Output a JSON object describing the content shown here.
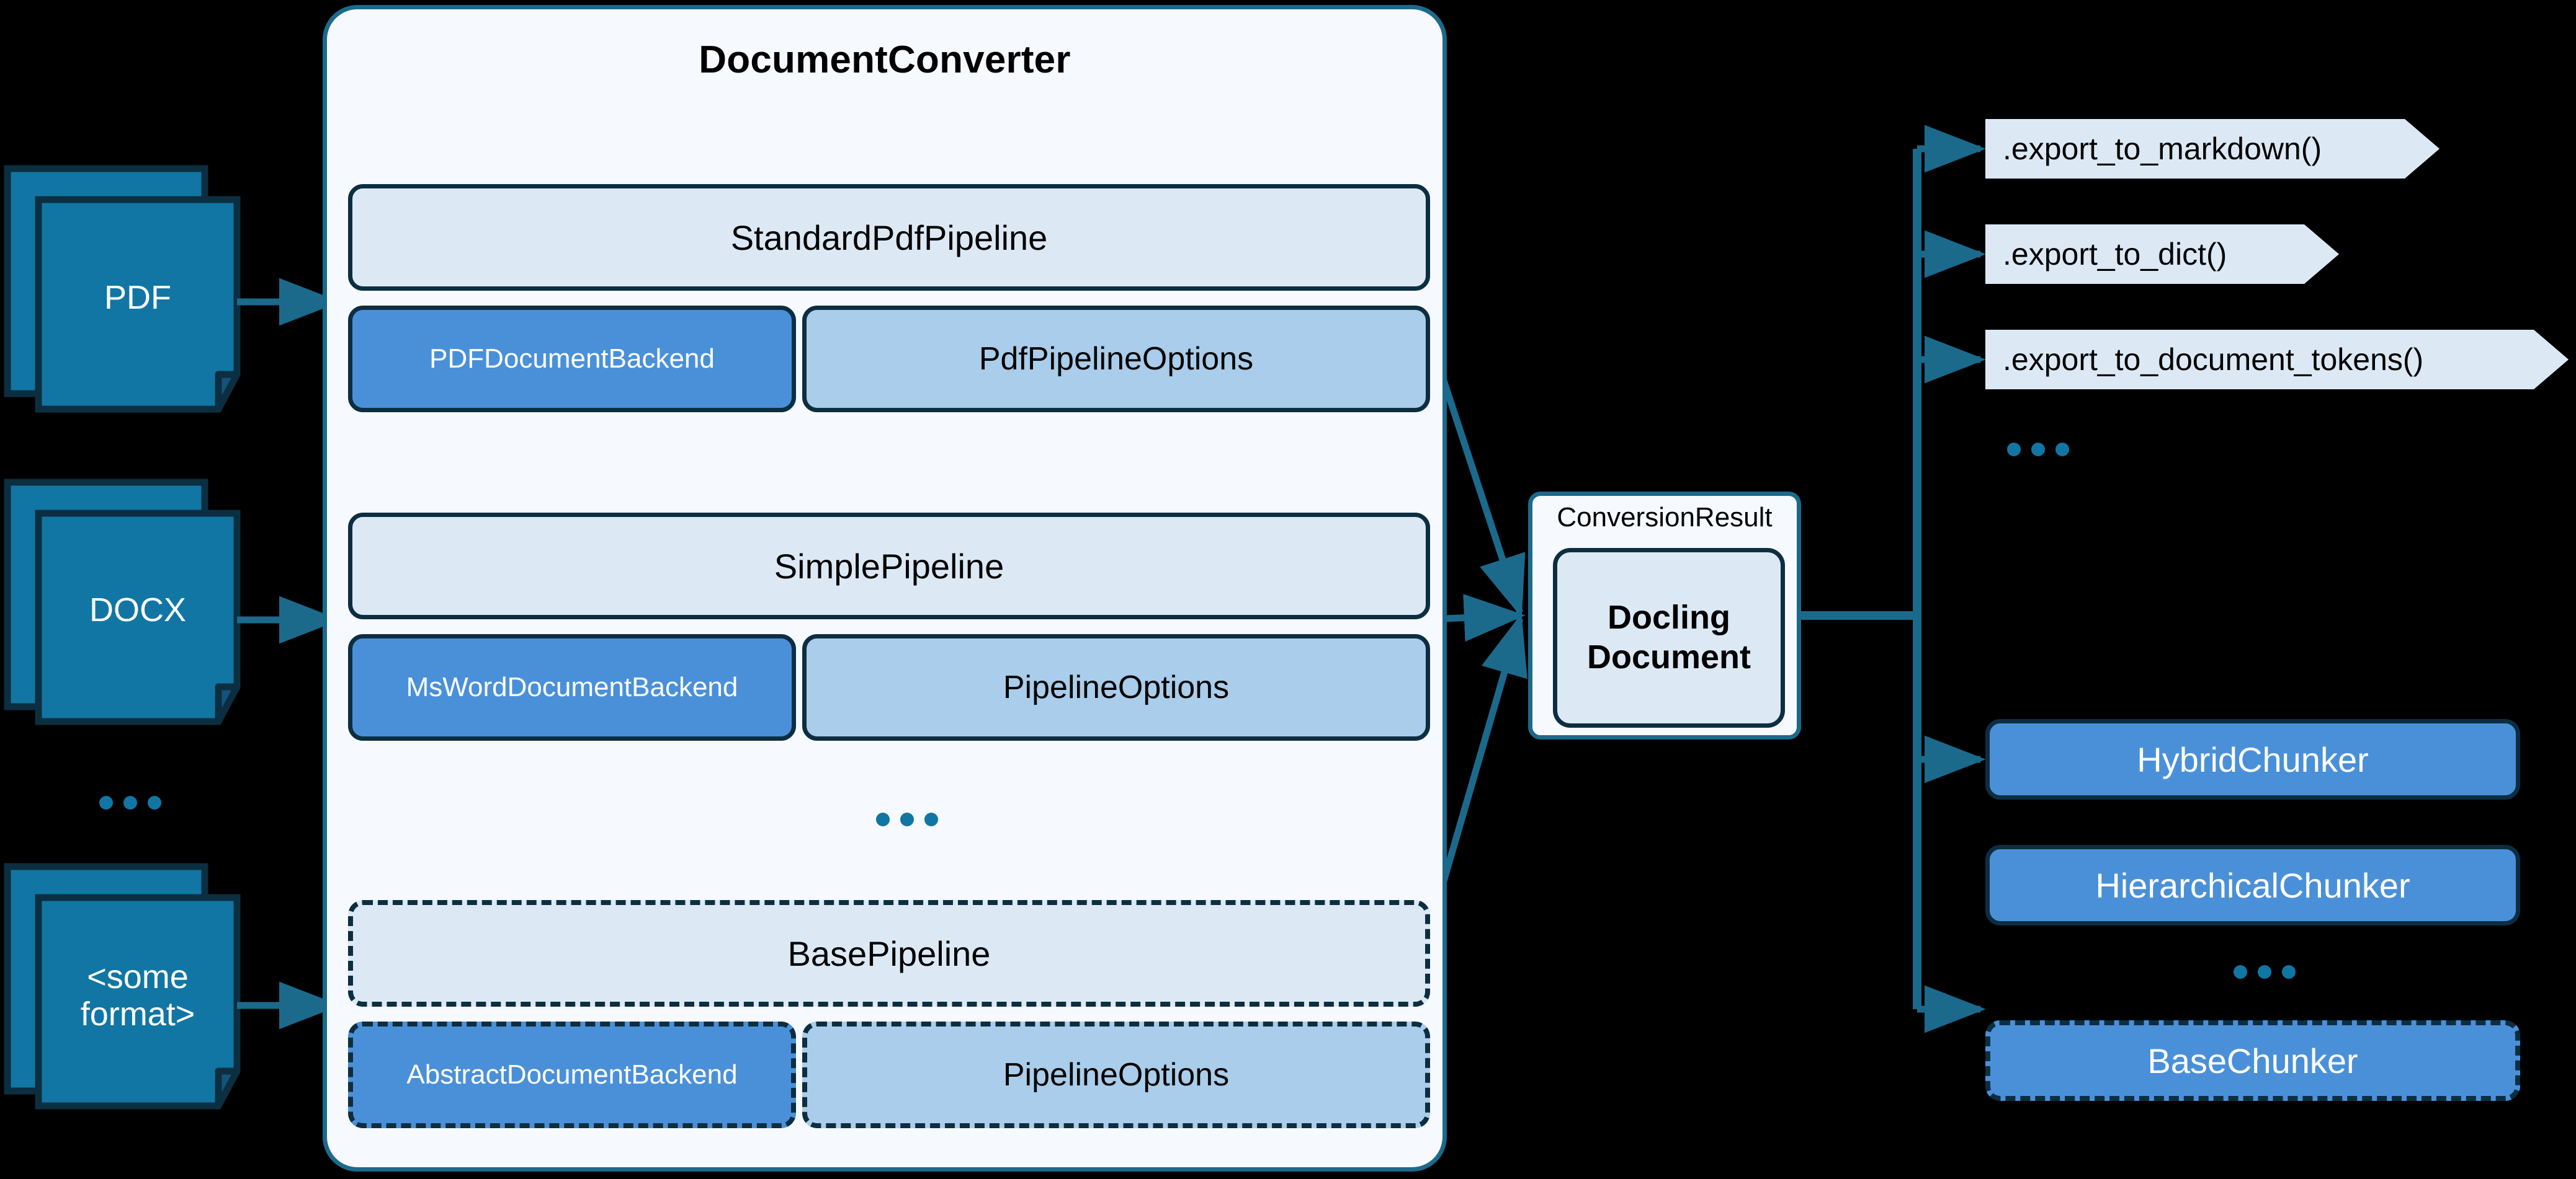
{
  "diagram": {
    "title": "Docling DocumentConverter architecture",
    "colors": {
      "doc_icon_fill": "#1176a3",
      "doc_icon_stroke": "#0c2e41",
      "container_fill": "#f6f9fe",
      "container_stroke": "#1b6a8c",
      "pipeline_head_fill": "#dce9f5",
      "backend_fill": "#4a90d9",
      "options_fill": "#a9cdea",
      "box_stroke": "#0c2e41",
      "arrow": "#1b6a8c",
      "dots": "#1176a3",
      "background": "#000000"
    }
  },
  "inputs": {
    "documents": [
      {
        "label": "PDF",
        "name": "pdf"
      },
      {
        "label": "DOCX",
        "name": "docx"
      },
      {
        "label": "<some\nformat>",
        "name": "some-format"
      }
    ],
    "ellipsis": "..."
  },
  "converter": {
    "title": "DocumentConverter",
    "ellipsis": "...",
    "pipelines": [
      {
        "name": "standard-pdf",
        "head": "StandardPdfPipeline",
        "backend": "PDFDocumentBackend",
        "options": "PdfPipelineOptions",
        "abstract": false
      },
      {
        "name": "simple",
        "head": "SimplePipeline",
        "backend": "MsWordDocumentBackend",
        "options": "PipelineOptions",
        "abstract": false
      },
      {
        "name": "base",
        "head": "BasePipeline",
        "backend": "AbstractDocumentBackend",
        "options": "PipelineOptions",
        "abstract": true
      }
    ]
  },
  "result": {
    "title": "ConversionResult",
    "document": "Docling\nDocument"
  },
  "exports": {
    "items": [
      {
        "label": ".export_to_markdown()",
        "name": "export-to-markdown"
      },
      {
        "label": ".export_to_dict()",
        "name": "export-to-dict"
      },
      {
        "label": ".export_to_document_tokens()",
        "name": "export-to-document-tokens"
      }
    ],
    "ellipsis": "..."
  },
  "chunkers": {
    "items": [
      {
        "label": "HybridChunker",
        "name": "hybrid-chunker",
        "abstract": false
      },
      {
        "label": "HierarchicalChunker",
        "name": "hierarchical-chunker",
        "abstract": false
      },
      {
        "label": "BaseChunker",
        "name": "base-chunker",
        "abstract": true
      }
    ],
    "ellipsis": "..."
  }
}
